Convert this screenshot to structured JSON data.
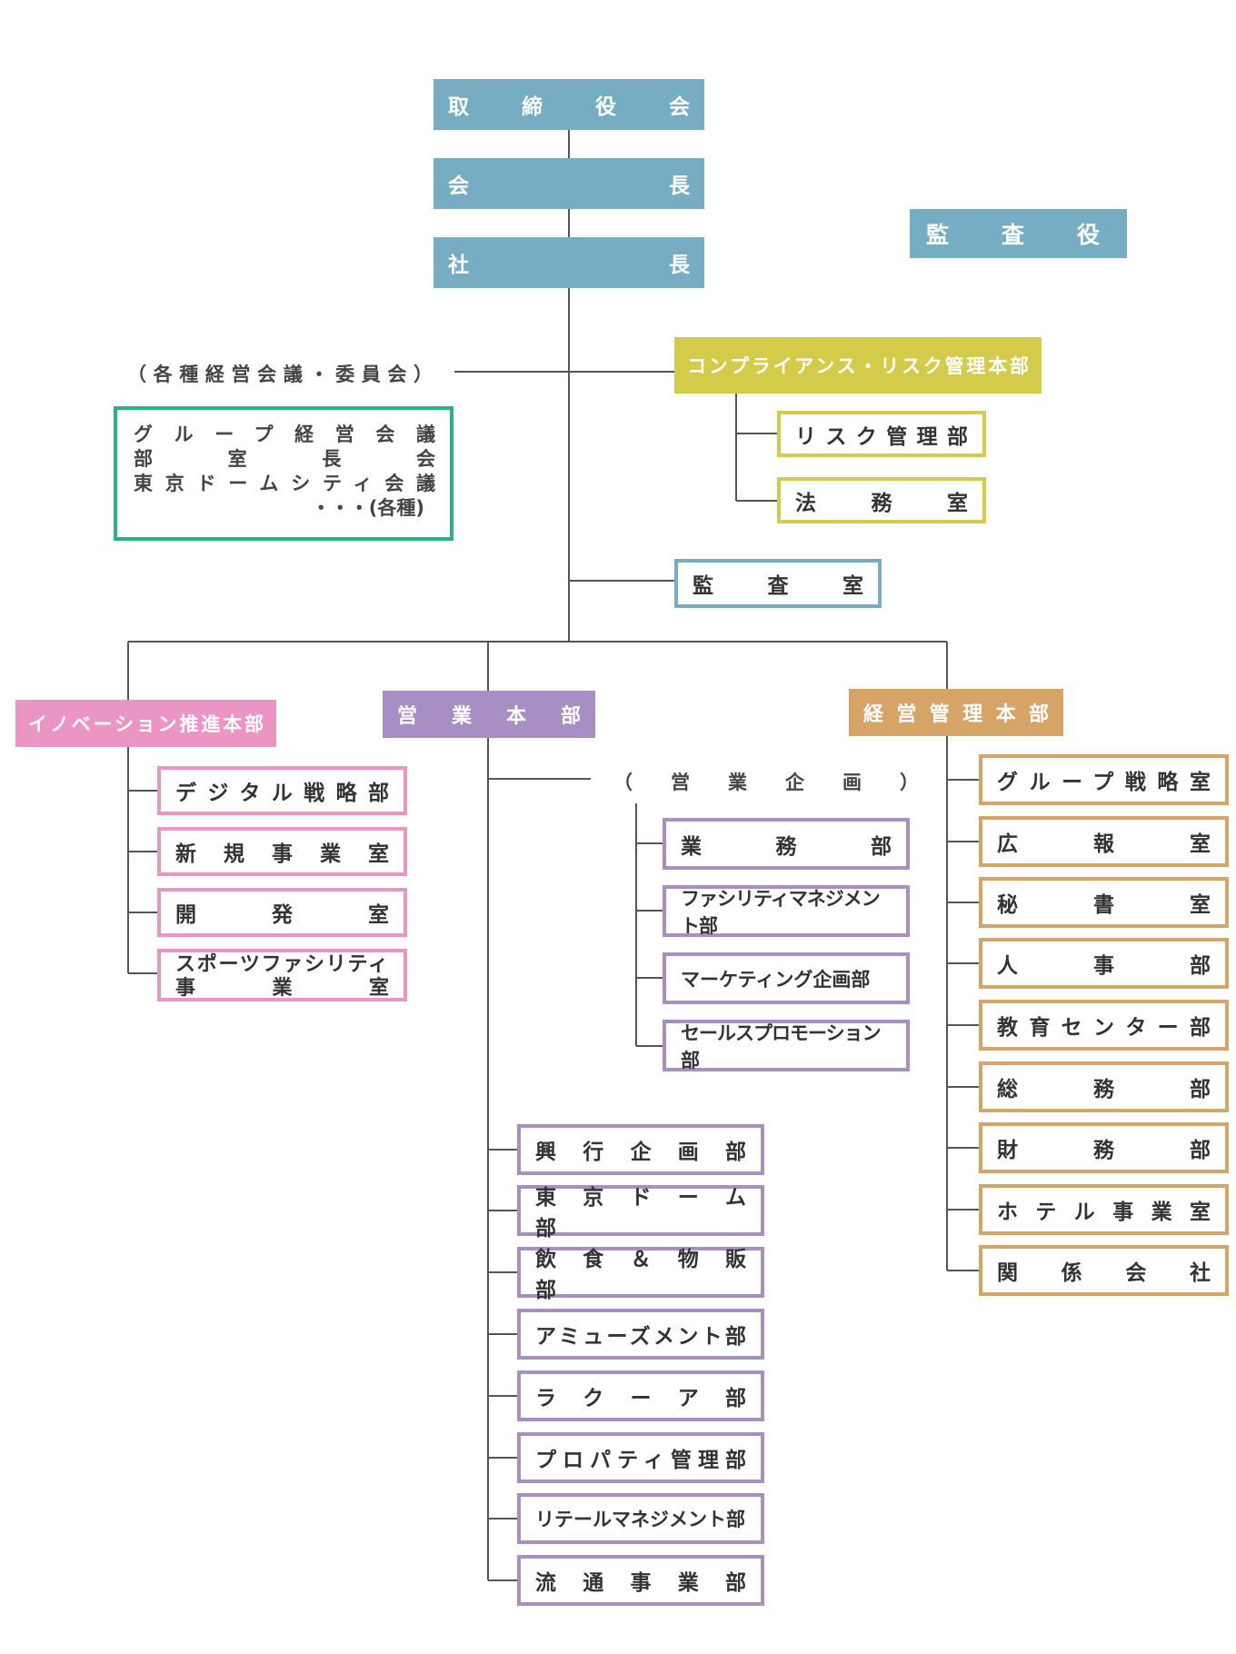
{
  "colors": {
    "top": "#76adc3",
    "compliance": "#d4cb4a",
    "audit_room": "#76adc3",
    "meeting": "#2bb387",
    "innovation": "#ea95c4",
    "sales": "#a78fc4",
    "management": "#d6a467",
    "line": "#555555"
  },
  "top": {
    "board": "取　締　役　会",
    "chairman": "会　　　　　　　長",
    "president": "社　　　　　　　長",
    "auditor": "監　　査　　役"
  },
  "meetings": {
    "label": "（各種経営会議・委員会）",
    "lines": [
      "グループ経営会議",
      "部　室　長　会",
      "東京ドームシティ会議",
      "・・・(各種)"
    ]
  },
  "compliance": {
    "title": "コンプライアンス・リスク管理本部",
    "children": [
      "リスク管理部",
      "法　　務　　室"
    ]
  },
  "audit_room": "監　　査　　室",
  "innovation": {
    "title": "イノベーション推進本部",
    "children": [
      "デジタル戦略部",
      "新　規　事　業　室",
      "開　　　発　　　室"
    ],
    "sports": [
      "スポーツファシリティ",
      "事　　　業　　　室"
    ]
  },
  "sales": {
    "title": "営　業　本　部",
    "planning_label": "（　　営　　業　　企　　画　　）",
    "planning_children": [
      "業　　務　　部",
      "ファシリティマネジメント部",
      "マーケティング企画部",
      "セールスプロモーション部"
    ],
    "children": [
      "興　行　企　画　部",
      "東　京　ド　ー　ム　部",
      "飲　食　＆　物　販　部",
      "アミューズメント部",
      "ラ　ク　ー　ア　部",
      "プロパティ管理部",
      "リテールマネジメント部",
      "流　通　事　業　部"
    ]
  },
  "management": {
    "title": "経営管理本部",
    "children": [
      "グループ戦略室",
      "広　　報　　室",
      "秘　　書　　室",
      "人　　事　　部",
      "教育センター部",
      "総　　務　　部",
      "財　　務　　部",
      "ホテル事業室",
      "関　係　会　社"
    ]
  }
}
